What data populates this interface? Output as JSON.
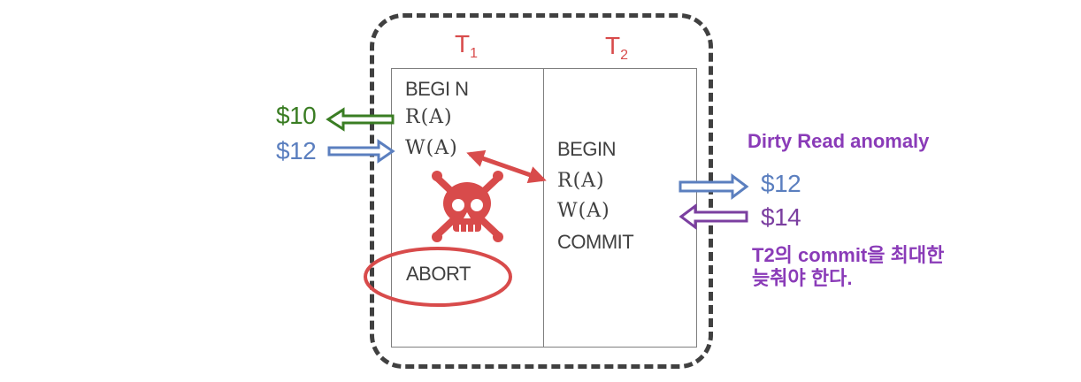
{
  "colors": {
    "red": "#d84b4b",
    "green": "#3a7d23",
    "blue": "#5b7fbf",
    "purple": "#7b3fa0",
    "text_gray": "#404040",
    "border_gray": "#7f7f7f"
  },
  "transactions": {
    "t1": {
      "letter": "T",
      "sub": "1"
    },
    "t2": {
      "letter": "T",
      "sub": "2"
    }
  },
  "t1_ops": {
    "begin": "BEGI N",
    "read": "R(A)",
    "write": "W(A)",
    "abort": "ABORT"
  },
  "t2_ops": {
    "begin": "BEGIN",
    "read": "R(A)",
    "write": "W(A)",
    "commit": "COMMIT"
  },
  "values": {
    "t1_read_value": "$10",
    "t1_write_value": "$12",
    "t2_read_value": "$12",
    "t2_write_value": "$14"
  },
  "annotations": {
    "anomaly_label": "Dirty Read anomaly",
    "note_line1": "T2의 commit을 최대한",
    "note_line2": "늦춰야 한다."
  },
  "icons": {
    "conflict": "double-arrow-icon",
    "abort_marker": "skull-crossbones-icon"
  }
}
